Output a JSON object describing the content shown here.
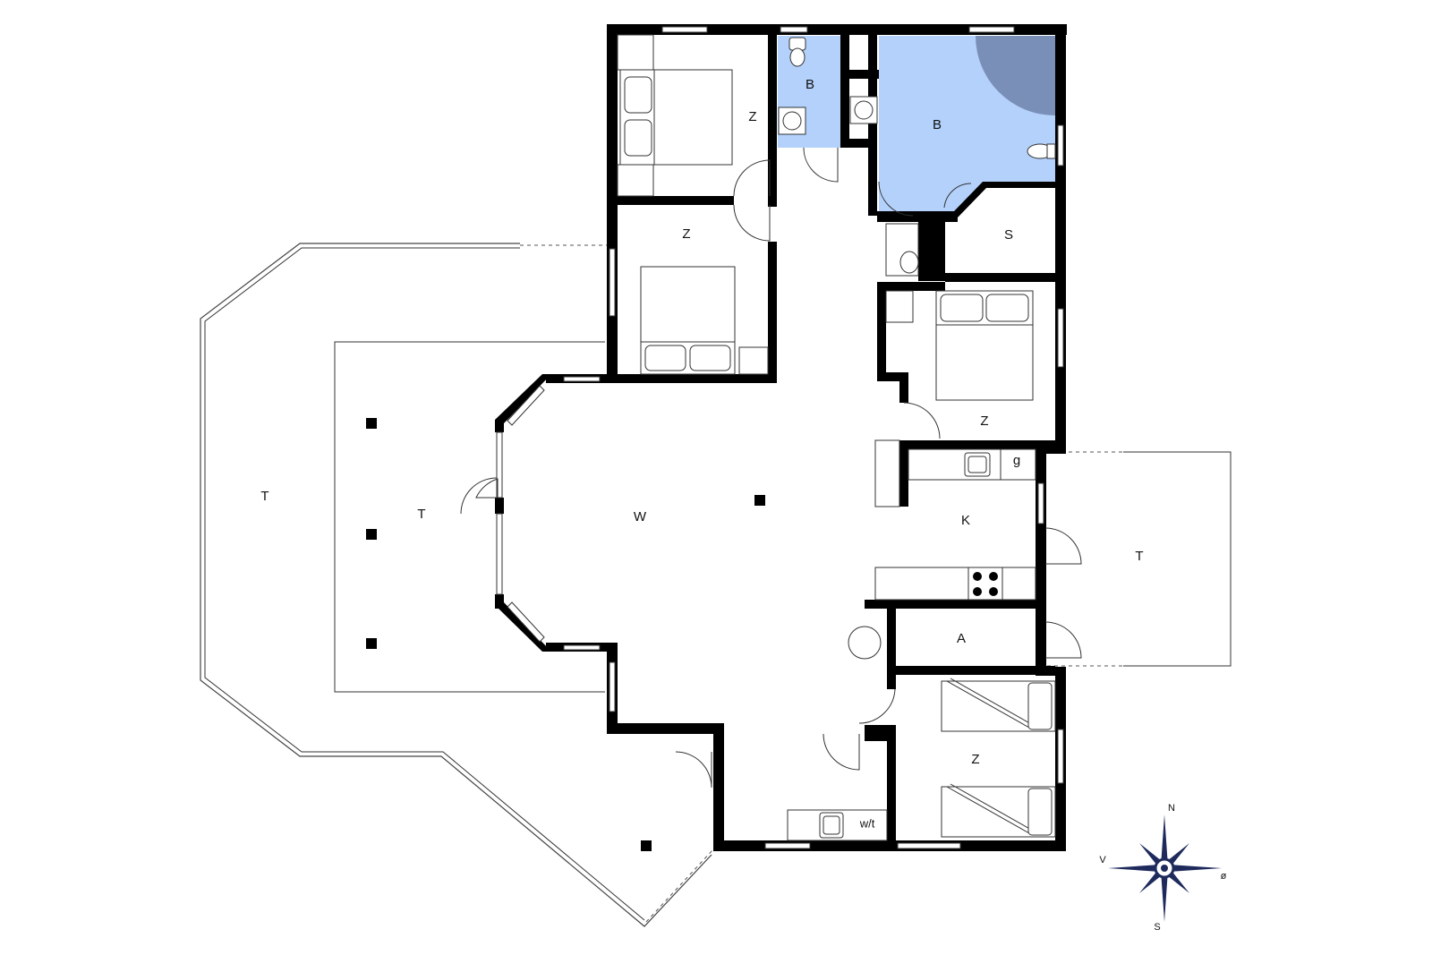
{
  "rooms": {
    "bedroom_nw": "Z",
    "bath_small": "B",
    "bath_large": "B",
    "bedroom_w2": "Z",
    "storage": "S",
    "bedroom_e": "Z",
    "living": "W",
    "kitchen": "K",
    "kitchen_g": "g",
    "utility": "A",
    "bedroom_se": "Z",
    "wt": "w/t",
    "terrace_outer": "T",
    "terrace_inner": "T",
    "terrace_east": "T"
  },
  "compass": {
    "n": "N",
    "s": "S",
    "e": "ø",
    "w": "V"
  },
  "colors": {
    "bath": "#b3d1fb",
    "shower": "#7a8fb8",
    "wall": "#000000"
  }
}
